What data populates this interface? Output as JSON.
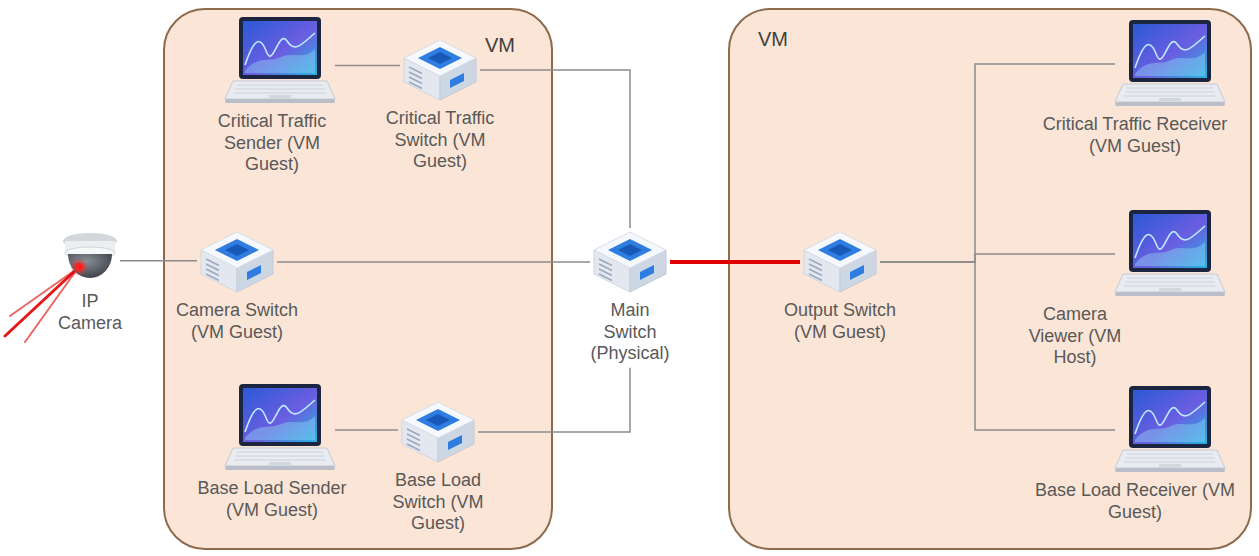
{
  "diagram": {
    "nodes": [
      {
        "text": [
          "IP Camera"
        ]
      },
      {
        "text": [
          "VM"
        ]
      },
      {
        "text": [
          "Critical Traffic Sender (VM Guest)"
        ],
        "in": 1
      },
      {
        "text": [
          "Critical Traffic Switch (VM Guest)"
        ],
        "in": 1
      },
      {
        "text": [
          "Camera Switch (VM Guest)"
        ],
        "in": 1
      },
      {
        "text": [
          "Base Load Sender (VM Guest)"
        ],
        "in": 1
      },
      {
        "text": [
          "Base Load Switch (VM Guest)"
        ],
        "in": 1
      },
      {
        "text": [
          "Main Switch (Physical)"
        ]
      },
      {
        "text": [
          "VM"
        ]
      },
      {
        "text": [
          "Output Switch (VM Guest)"
        ],
        "in": 8
      },
      {
        "text": [
          "Critical Traffic Receiver (VM Guest)"
        ],
        "in": 8
      },
      {
        "text": [
          "Camera Viewer (VM Host)"
        ],
        "in": 8
      },
      {
        "text": [
          "Base Load Receiver (VM Guest)"
        ],
        "in": 8
      }
    ],
    "edges": [
      {
        "from": 2,
        "to": 3,
        "arrow": "none"
      },
      {
        "from": 3,
        "to": 7,
        "arrow": "none"
      },
      {
        "from": 0,
        "to": 4,
        "arrow": "none"
      },
      {
        "from": 4,
        "to": 7,
        "arrow": "none"
      },
      {
        "from": 5,
        "to": 6,
        "arrow": "none"
      },
      {
        "from": 6,
        "to": 7,
        "arrow": "none"
      },
      {
        "from": 7,
        "to": 9,
        "arrow": "none"
      },
      {
        "from": 9,
        "to": 10,
        "arrow": "none"
      },
      {
        "from": 9,
        "to": 11,
        "arrow": "none"
      },
      {
        "from": 9,
        "to": 12,
        "arrow": "none"
      }
    ]
  }
}
